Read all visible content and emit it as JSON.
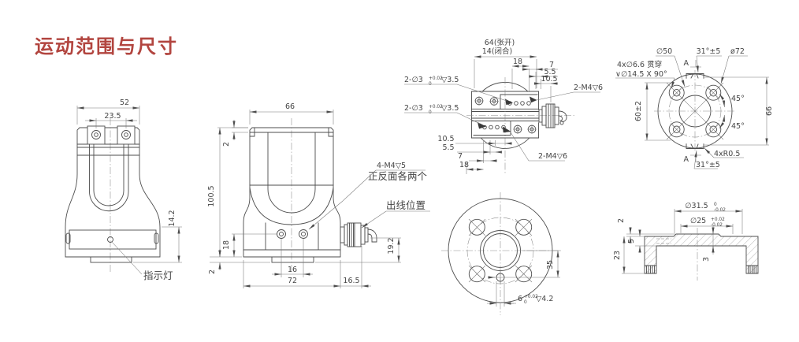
{
  "title": {
    "text": "运动范围与尺寸"
  },
  "colors": {
    "accent": "#b2453f",
    "line": "#4d4d4d"
  },
  "front_view": {
    "dim_width_top": "52",
    "dim_jaw_centers": "23.5",
    "dim_base_height": "14.2",
    "indicator_label": "指示灯"
  },
  "side_view": {
    "dim_width": "66",
    "dim_top_plate": "2",
    "dim_total_height": "100.5",
    "dim_screw_to_base": "18",
    "dim_foot": "2",
    "dim_screw_spacing": "16",
    "dim_base_width": "72",
    "dim_cable_offset": "16.5",
    "dim_cable_height": "19.2",
    "thread_label": "4-M4▽5",
    "thread_note": "正反面各两个",
    "cable_label": "出线位置"
  },
  "top_view": {
    "dim_open": "64(张开)",
    "dim_closed": "14(闭合)",
    "dim_18_top": "18",
    "dim_7_top": "7",
    "dim_5_5_top": "5.5",
    "dim_10_5_top": "10.5",
    "thread_top": "2-M4▽6",
    "hole_top": "2-∅3",
    "hole_top_tol_up": "+0.02",
    "hole_top_tol_dn": "0",
    "hole_top_depth": "▽3.5",
    "hole_bot": "2-∅3",
    "hole_bot_tol_up": "+0.02",
    "hole_bot_tol_dn": "0",
    "hole_bot_depth": "▽3.5",
    "dim_10_5_bot": "10.5",
    "dim_5_5_bot": "5.5",
    "dim_7_bot": "7",
    "dim_18_bot": "18",
    "thread_bot": "2-M4▽6"
  },
  "flange_view": {
    "bolt_circle": "∅50",
    "angle_top": "31°±5",
    "outer_dia": "ø72",
    "holes_line1": "4x∅6.6 贯穿",
    "holes_line2": "∨∅14.5 X 90°",
    "dim_span": "60±2",
    "dim_height": "66",
    "angle_upper": "45°",
    "angle_lower": "45°",
    "fillet": "4xR0.5",
    "angle_bottom": "31°±5",
    "section_top": "A",
    "section_bottom": "A"
  },
  "bottom_view": {
    "dim_offset": "35",
    "pin_dia": "6",
    "pin_tol_up": "+0.02",
    "pin_tol_dn": "0",
    "pin_depth": "▽4.2"
  },
  "section_view": {
    "outer_dia": "∅31.5",
    "outer_tol_up": "0",
    "outer_tol_dn": "-0.02",
    "inner_dia": "∅25",
    "inner_tol_up": "+0.02",
    "inner_tol_dn": "-0.02",
    "dim_step": "2",
    "dim_plate": "5",
    "dim_total": "23",
    "dim_boss": "3"
  }
}
